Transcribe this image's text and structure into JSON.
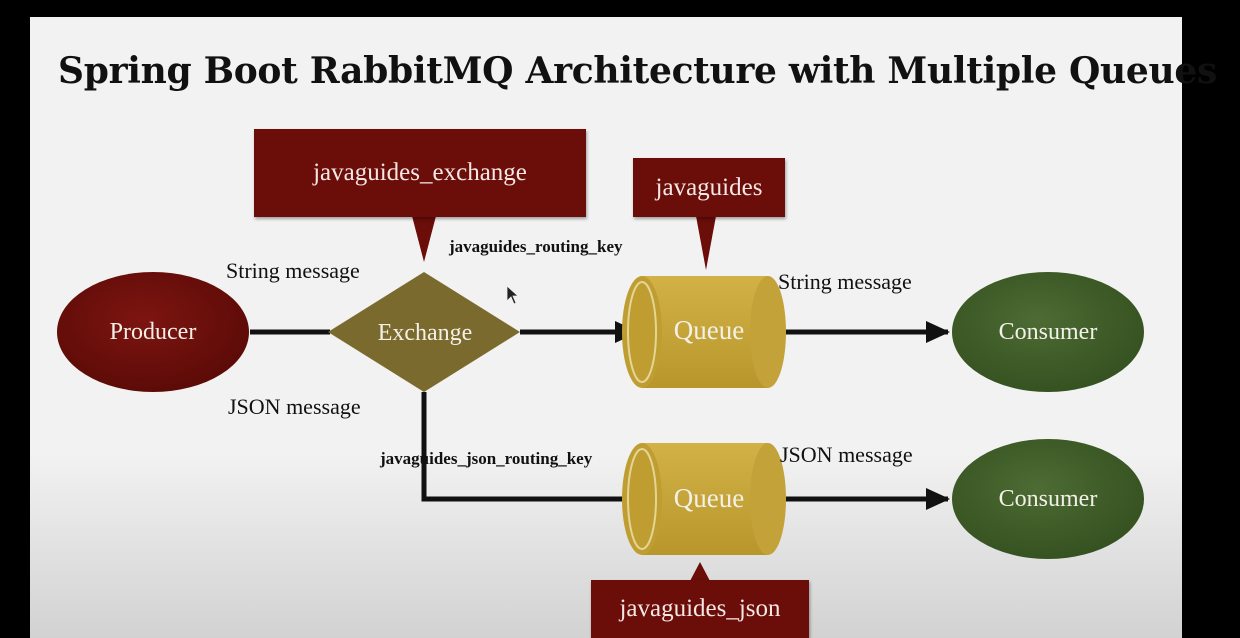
{
  "title": "Spring Boot RabbitMQ Architecture with Multiple Queues",
  "callouts": {
    "exchange": "javaguides_exchange",
    "queue1": "javaguides",
    "queue2": "javaguides_json"
  },
  "nodes": {
    "producer": "Producer",
    "exchange": "Exchange",
    "queue1": "Queue",
    "queue2": "Queue",
    "consumer1": "Consumer",
    "consumer2": "Consumer"
  },
  "edges": {
    "string_message_in": "String message",
    "json_message_in": "JSON message",
    "string_message_out": "String message",
    "json_message_out": "JSON message",
    "routing_key": "javaguides_routing_key",
    "json_routing_key": "javaguides_json_routing_key"
  },
  "colors": {
    "callout": "#6b0d08",
    "producer": "#6b0e0a",
    "exchange": "#7a6a2e",
    "queue": "#c9a83a",
    "consumer": "#3f5c2a"
  }
}
